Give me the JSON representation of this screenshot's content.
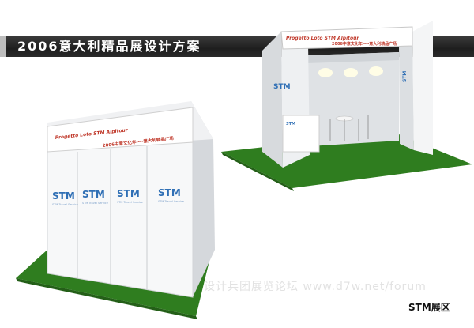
{
  "header": {
    "title": "2006意大利精品展设计方案"
  },
  "booth": {
    "fascia_en": "Progetto Loto STM Alpitour",
    "fascia_cn": "2006中意文化年----意大利精品广场",
    "brand": "STM",
    "brand_tagline": "STM Travel Service",
    "label": "STM展区"
  },
  "watermark": "设计兵团展览论坛  www.d7w.net/forum",
  "colors": {
    "carpet": "#2f7d1f",
    "title_bar": "#222222",
    "brand_blue": "#2f6fb5",
    "fascia_red": "#c0392b"
  }
}
